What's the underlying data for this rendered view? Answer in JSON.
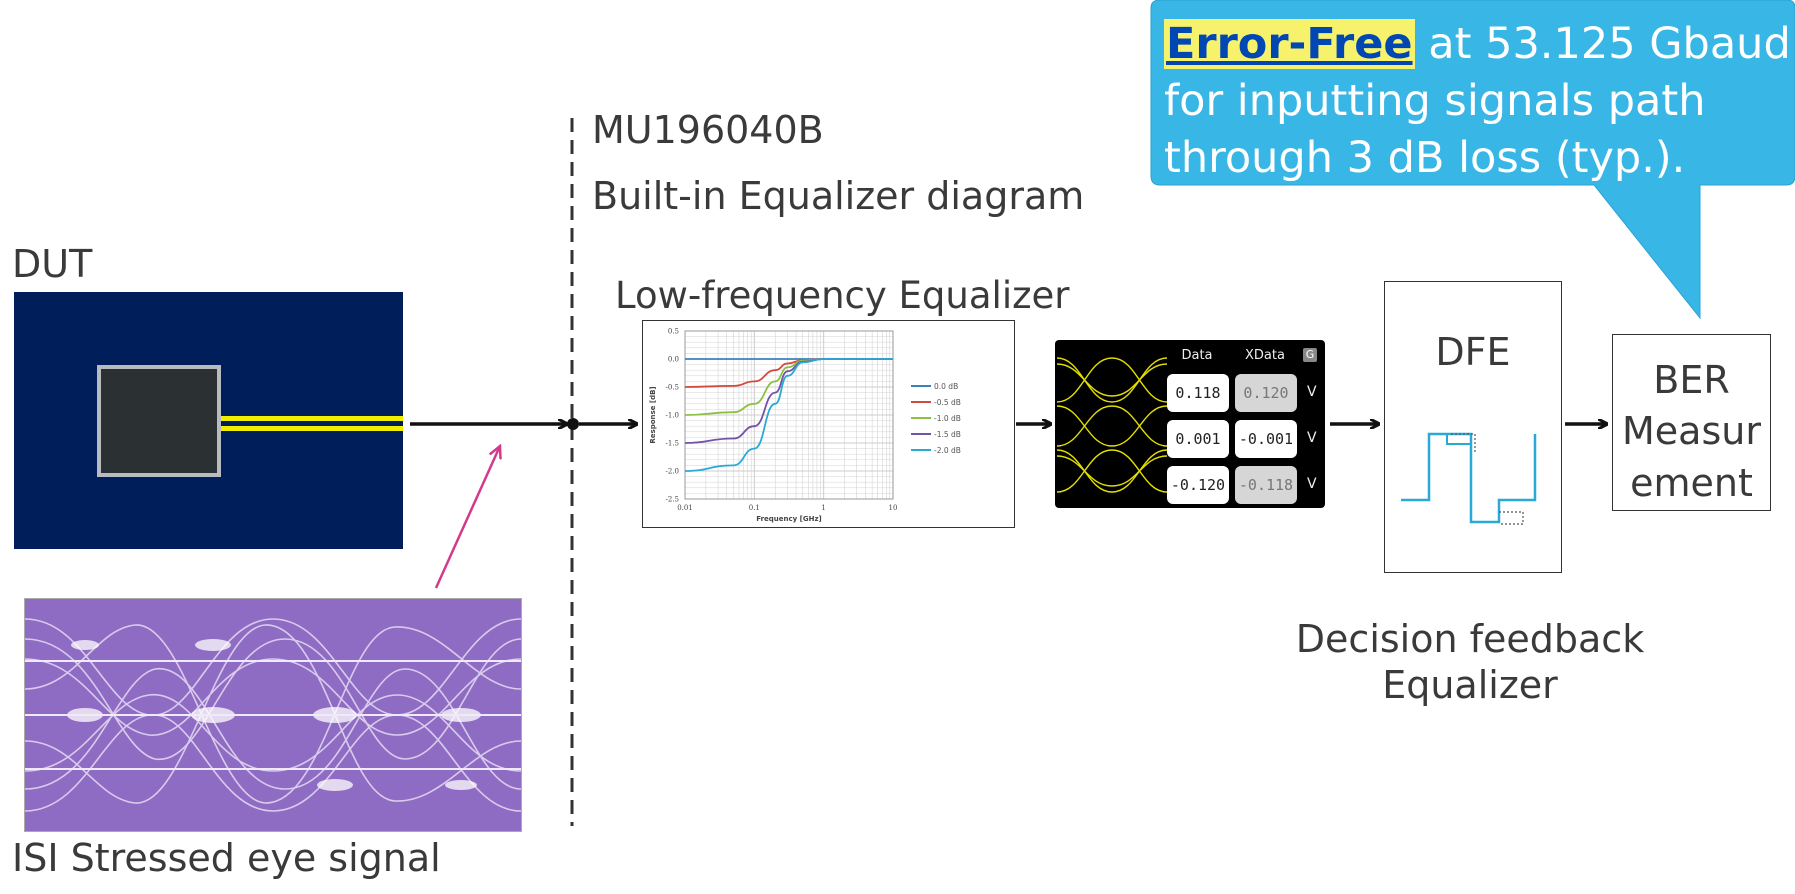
{
  "labels": {
    "dut": "DUT",
    "isi": "ISI Stressed eye signal",
    "model": "MU196040B",
    "diagram_title": "Built-in Equalizer diagram",
    "lfe": "Low-frequency Equalizer",
    "dfe": "DFE",
    "dfe_caption": "Decision feedback Equalizer",
    "ber": "BER Measur ement"
  },
  "callout": {
    "highlight": "Error-Free",
    "line1_rest": " at 53.125 Gbaud",
    "line2": "for inputting signals path",
    "line3": "through 3 dB loss (typ.)."
  },
  "eye_ui": {
    "header_data": "Data",
    "header_xdata": "XData",
    "badge": "G",
    "rows": [
      {
        "data": "0.118",
        "xdata": "0.120",
        "unit": "V"
      },
      {
        "data": "0.001",
        "xdata": "-0.001",
        "unit": "V"
      },
      {
        "data": "-0.120",
        "xdata": "-0.118",
        "unit": "V"
      }
    ]
  },
  "chart_data": {
    "type": "line",
    "xlabel": "Frequency [GHz]",
    "ylabel": "Response [dB]",
    "xscale": "log",
    "xlim": [
      0.01,
      10
    ],
    "ylim": [
      -2.5,
      0.5
    ],
    "xticks": [
      "0.01",
      "0.1",
      "1",
      "10"
    ],
    "yticks": [
      "0.5",
      "0.0",
      "-0.5",
      "-1.0",
      "-1.5",
      "-2.0",
      "-2.5"
    ],
    "series": [
      {
        "name": "0.0 dB",
        "color": "#3b7fbf",
        "x": [
          0.01,
          0.05,
          0.1,
          0.2,
          0.3,
          0.5,
          1,
          10
        ],
        "y": [
          0.0,
          0.0,
          0.0,
          0.0,
          0.0,
          0.0,
          0.0,
          0.0
        ]
      },
      {
        "name": "-0.5 dB",
        "color": "#d24a3d",
        "x": [
          0.01,
          0.05,
          0.1,
          0.2,
          0.3,
          0.5,
          1,
          10
        ],
        "y": [
          -0.5,
          -0.48,
          -0.4,
          -0.2,
          -0.08,
          -0.02,
          0.0,
          0.0
        ]
      },
      {
        "name": "-1.0 dB",
        "color": "#8cc041",
        "x": [
          0.01,
          0.05,
          0.1,
          0.2,
          0.3,
          0.5,
          1,
          10
        ],
        "y": [
          -1.0,
          -0.95,
          -0.8,
          -0.4,
          -0.15,
          -0.03,
          0.0,
          0.0
        ]
      },
      {
        "name": "-1.5 dB",
        "color": "#7352a8",
        "x": [
          0.01,
          0.05,
          0.1,
          0.2,
          0.3,
          0.5,
          1,
          10
        ],
        "y": [
          -1.5,
          -1.42,
          -1.2,
          -0.6,
          -0.22,
          -0.05,
          0.0,
          0.0
        ]
      },
      {
        "name": "-2.0 dB",
        "color": "#29a9d6",
        "x": [
          0.01,
          0.05,
          0.1,
          0.2,
          0.3,
          0.5,
          1,
          10
        ],
        "y": [
          -2.0,
          -1.9,
          -1.6,
          -0.8,
          -0.3,
          -0.06,
          0.0,
          0.0
        ]
      }
    ],
    "grid": true,
    "legend": "right"
  }
}
